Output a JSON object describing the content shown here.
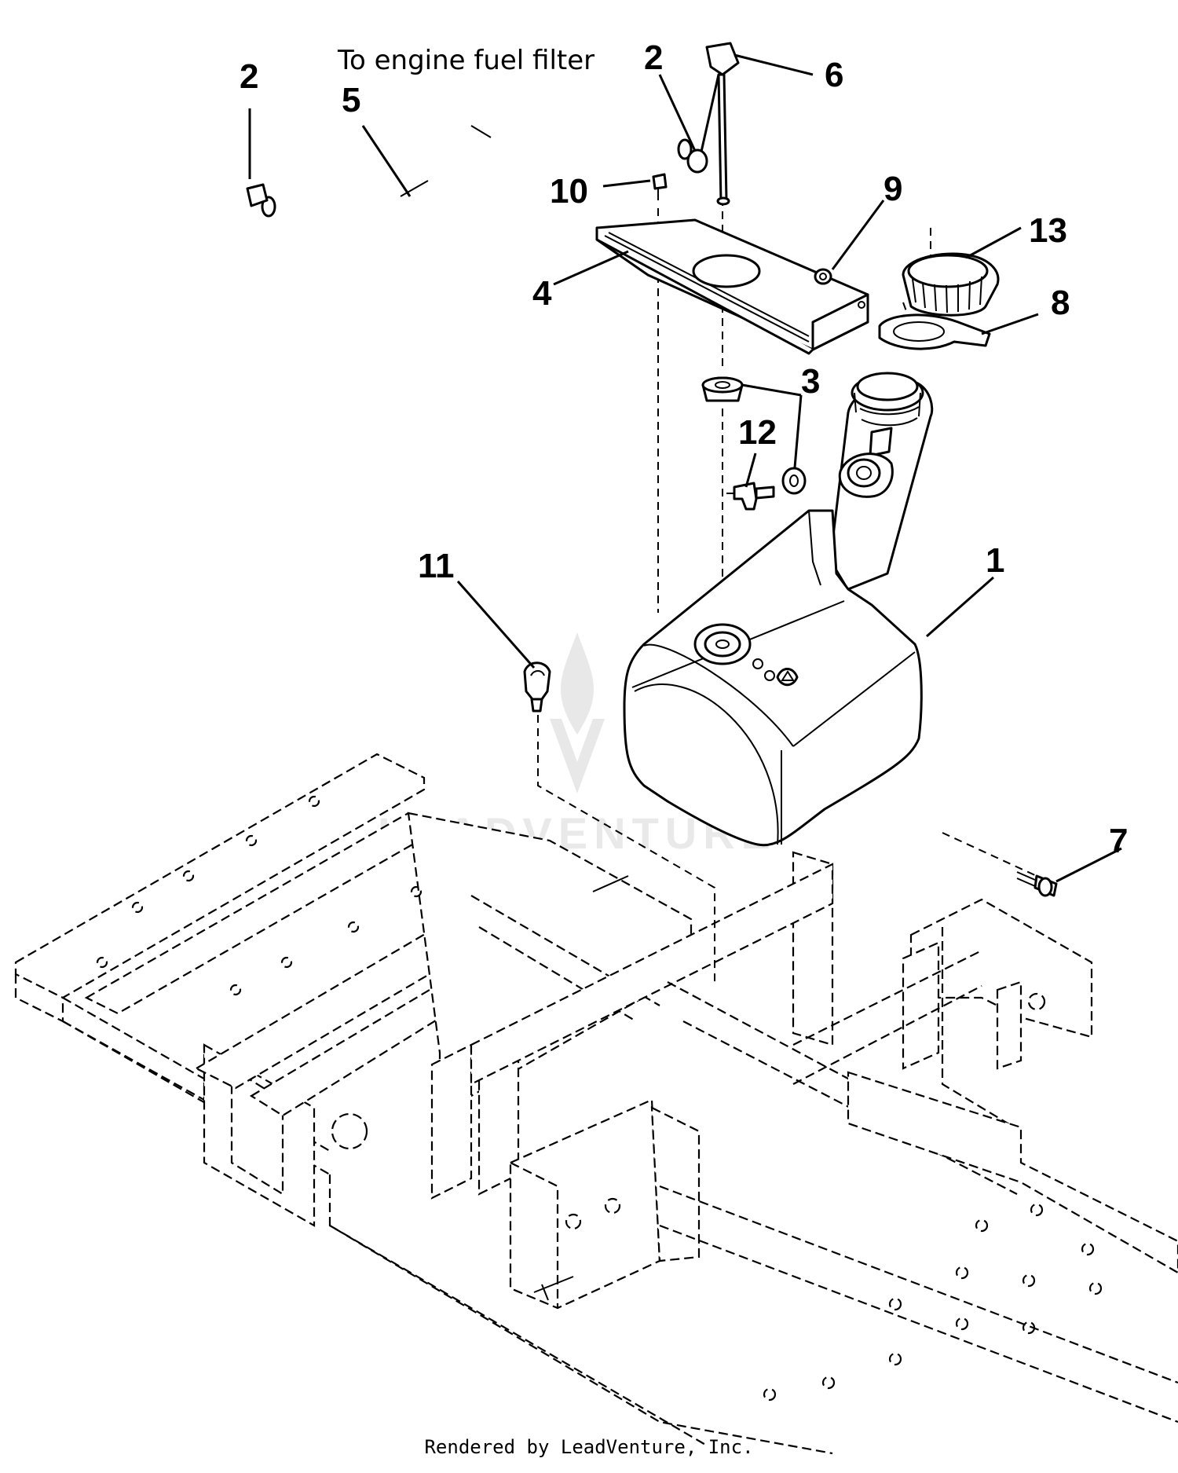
{
  "note": "To engine fuel filter",
  "callouts": [
    {
      "n": "1"
    },
    {
      "n": "2"
    },
    {
      "n": "2"
    },
    {
      "n": "3"
    },
    {
      "n": "4"
    },
    {
      "n": "5"
    },
    {
      "n": "6"
    },
    {
      "n": "7"
    },
    {
      "n": "8"
    },
    {
      "n": "9"
    },
    {
      "n": "10"
    },
    {
      "n": "11"
    },
    {
      "n": "12"
    },
    {
      "n": "13"
    }
  ],
  "watermark": "LEADVENTURE",
  "footer": "Rendered by LeadVenture, Inc."
}
